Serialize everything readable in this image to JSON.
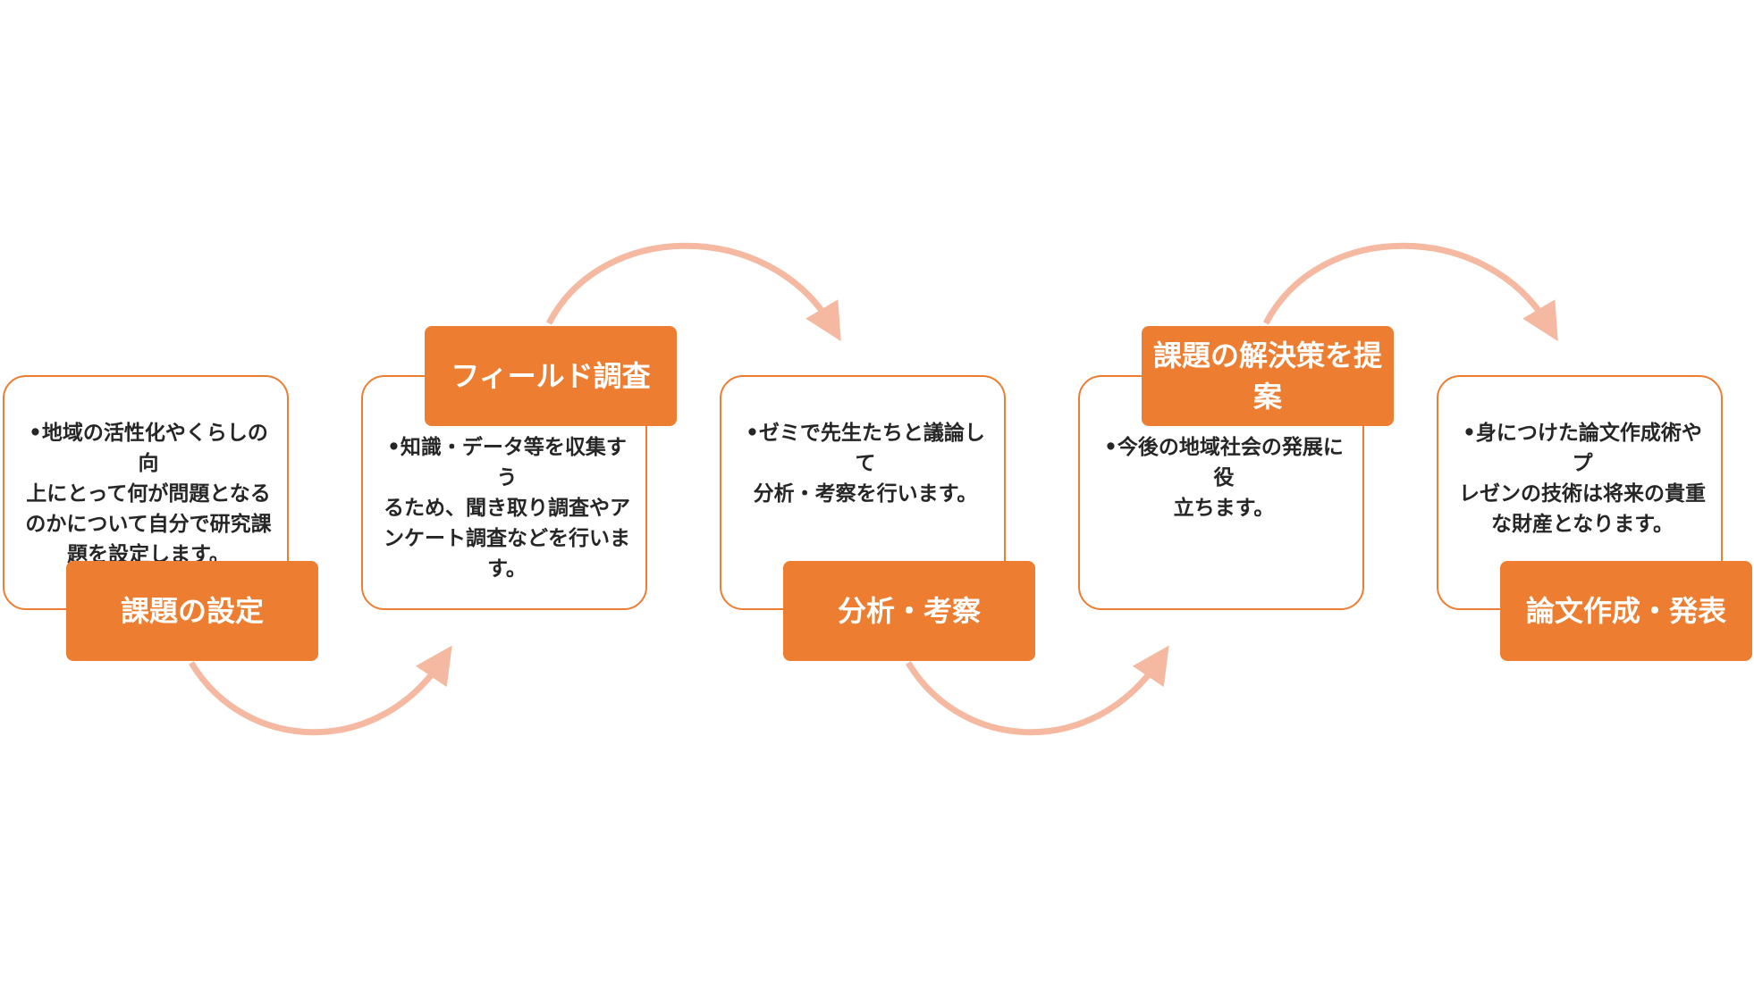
{
  "steps": [
    {
      "title": "課題の設定",
      "description": "•地域の活性化やくらしの向\n上にとって何が問題となる\nのかについて自分で研究課\n題を設定します。"
    },
    {
      "title": "フィールド調査",
      "description": "•知識・データ等を収集すう\nるため、聞き取り調査やア\nンケート調査などを行いま\nす。"
    },
    {
      "title": "分析・考察",
      "description": "•ゼミで先生たちと議論して\n分析・考察を行います。"
    },
    {
      "title": "課題の解決策を提案",
      "description": "•今後の地域社会の発展に役\n立ちます。"
    },
    {
      "title": "論文作成・発表",
      "description": "•身につけた論文作成術やプ\nレゼンの技術は将来の貴重\nな財産となります。"
    }
  ],
  "colors": {
    "accent": "#ED7D31",
    "arrow": "#F4B9A0",
    "text": "#262626",
    "label_text": "#FFFFFF",
    "background": "#FFFFFF"
  }
}
